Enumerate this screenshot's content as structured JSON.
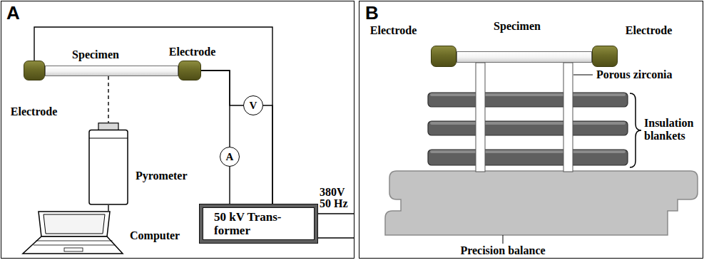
{
  "diagram": {
    "nodes": [
      {
        "text": [
          "A"
        ]
      },
      {
        "text": [
          "Electrode"
        ],
        "in": 0
      },
      {
        "text": [
          "Specimen"
        ],
        "in": 0
      },
      {
        "text": [
          "Electrode"
        ],
        "in": 0
      },
      {
        "text": [
          "V"
        ],
        "in": 0
      },
      {
        "text": [
          "A"
        ],
        "in": 0
      },
      {
        "text": [
          "Pyrometer"
        ],
        "in": 0
      },
      {
        "text": [
          "Computer"
        ],
        "in": 0
      },
      {
        "text": [
          "50 kV Trans- former"
        ],
        "in": 0
      },
      {
        "text": [
          "B"
        ]
      },
      {
        "text": [
          "Electrode"
        ],
        "in": 9
      },
      {
        "text": [
          "Specimen"
        ],
        "in": 9
      },
      {
        "text": [
          "Electrode"
        ],
        "in": 9
      }
    ],
    "edges": [
      {
        "from": 1,
        "to": 8,
        "arrow": "none"
      },
      {
        "from": 3,
        "to": 4,
        "arrow": "none"
      },
      {
        "from": 4,
        "to": 8,
        "arrow": "none"
      },
      {
        "from": 3,
        "to": 5,
        "arrow": "none"
      },
      {
        "from": 5,
        "to": 8,
        "arrow": "none"
      },
      {
        "from": 2,
        "to": 6,
        "arrow": "none"
      },
      {
        "from": 6,
        "to": 7,
        "arrow": "none"
      }
    ],
    "labels": [
      "380V 50 Hz",
      "Porous zirconia",
      "Insulation blankets",
      "Precision balance"
    ]
  }
}
